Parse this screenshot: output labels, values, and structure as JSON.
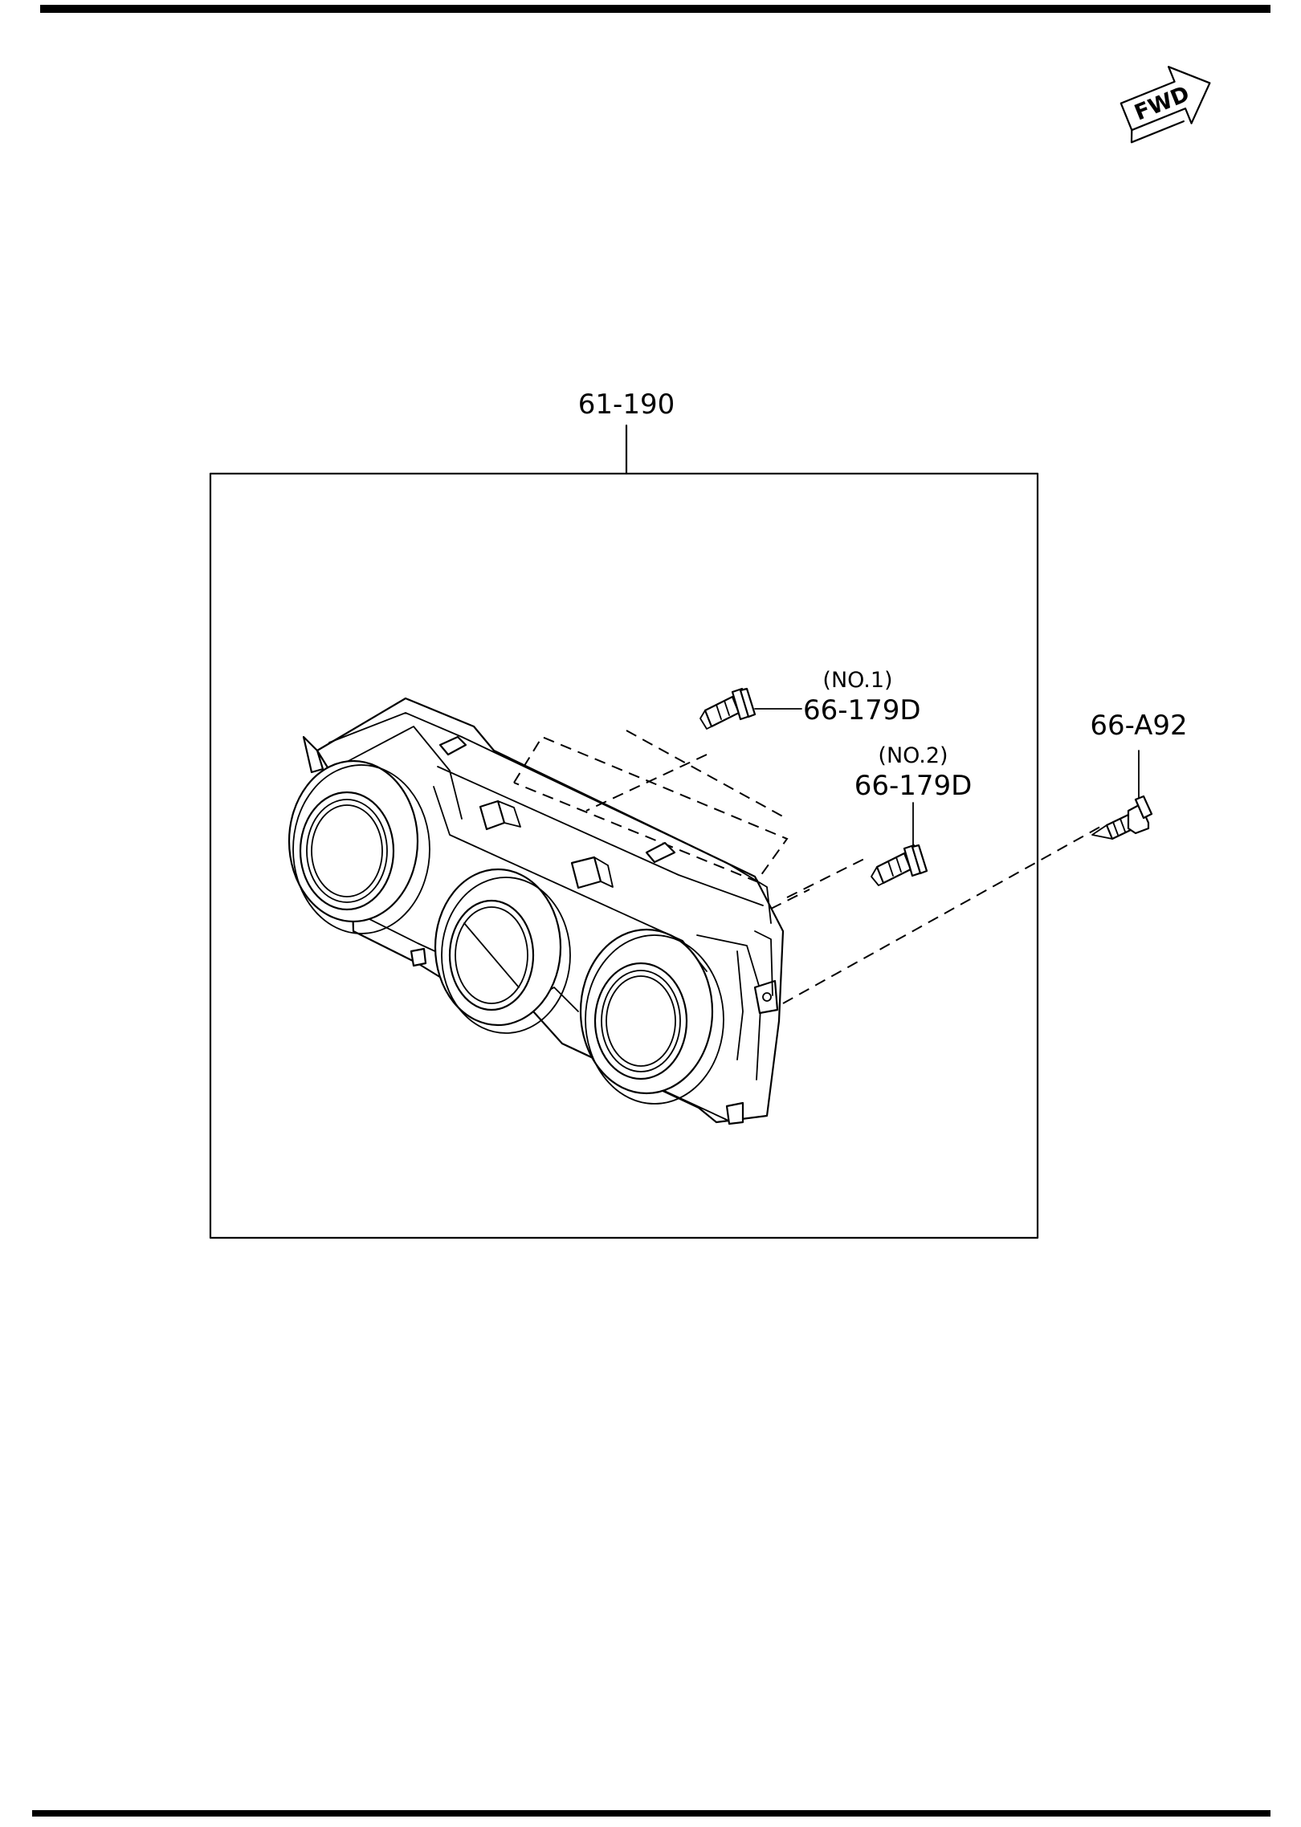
{
  "orientation_badge": {
    "text": "FWD",
    "icon": "forward-arrow-icon"
  },
  "assembly": {
    "part_number": "61-190"
  },
  "fasteners": [
    {
      "note": "(NO.1)",
      "part_number": "66-179D",
      "icon": "screw-icon"
    },
    {
      "note": "(NO.2)",
      "part_number": "66-179D",
      "icon": "screw-icon"
    },
    {
      "part_number": "66-A92",
      "icon": "screw-icon"
    }
  ]
}
